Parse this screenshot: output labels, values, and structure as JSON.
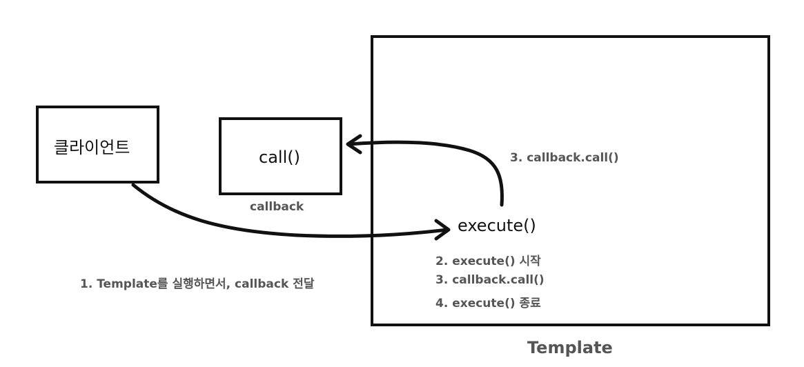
{
  "client": {
    "label": "클라이언트"
  },
  "callback_box": {
    "label": "call()",
    "caption": "callback"
  },
  "template_box": {
    "caption": "Template"
  },
  "execute": {
    "label": "execute()"
  },
  "steps": {
    "step1": "1. Template를 실행하면서, callback 전달",
    "step2": "2. execute() 시작",
    "step3": "3. callback.call()",
    "step4": "4. execute() 종료",
    "arrow_step3": "3. callback.call()"
  },
  "colors": {
    "stroke": "#111111",
    "annotation": "#555555"
  }
}
